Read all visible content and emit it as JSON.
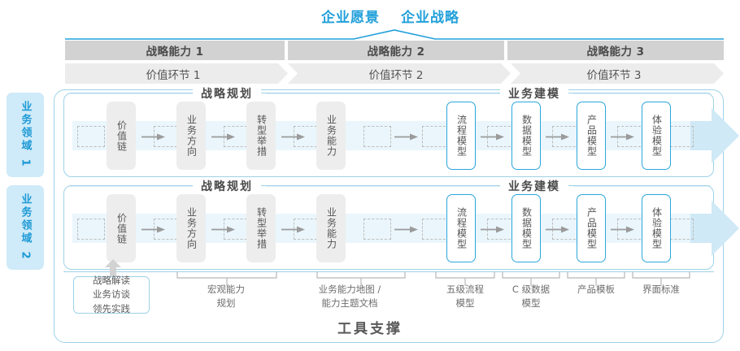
{
  "vision": {
    "items": [
      {
        "label": "企业愿景"
      },
      {
        "label": "企业战略"
      }
    ],
    "color": "#21a0da"
  },
  "capabilities": [
    {
      "label": "战略能力 1"
    },
    {
      "label": "战略能力 2"
    },
    {
      "label": "战略能力 3"
    }
  ],
  "value_chain": [
    {
      "label": "价值环节 1"
    },
    {
      "label": "价值环节 2"
    },
    {
      "label": "价值环节 3"
    }
  ],
  "domains": [
    {
      "label": "业务领域 1"
    },
    {
      "label": "业务领域 2"
    }
  ],
  "sections": [
    {
      "label": "战略规划"
    },
    {
      "label": "业务建模"
    }
  ],
  "flow_boxes": [
    {
      "label": "价值链",
      "style": "gray"
    },
    {
      "label": "业务方向",
      "style": "gray"
    },
    {
      "label": "转型举措",
      "style": "gray"
    },
    {
      "label": "业务能力",
      "style": "gray"
    },
    {
      "label": "流程模型",
      "style": "blue"
    },
    {
      "label": "数据模型",
      "style": "blue"
    },
    {
      "label": "产品模型",
      "style": "blue"
    },
    {
      "label": "体验模型",
      "style": "blue"
    }
  ],
  "tool_box": {
    "lines": [
      "战略解读",
      "业务访谈",
      "领先实践"
    ]
  },
  "tool_labels": [
    {
      "lines": [
        "宏观能力",
        "规划"
      ]
    },
    {
      "lines": [
        "业务能力地图 /",
        "能力主题文档"
      ]
    },
    {
      "lines": [
        "五级流程",
        "模型"
      ]
    },
    {
      "lines": [
        "C 级数据",
        "模型"
      ]
    },
    {
      "lines": [
        "产品模板"
      ]
    },
    {
      "lines": [
        "界面标准"
      ]
    }
  ],
  "footer": {
    "label": "工具支撑"
  },
  "theme": {
    "accent": "#21a0da",
    "band_border": "#9ed2e8",
    "header_gray": "#d2d2d2",
    "chain_gray": "#ececec",
    "box_gray": "#ededed",
    "strip_blue": "#eaf6fc",
    "arrow_blue": "#cfe9f6",
    "domain_bg": "#cfeaf8"
  }
}
